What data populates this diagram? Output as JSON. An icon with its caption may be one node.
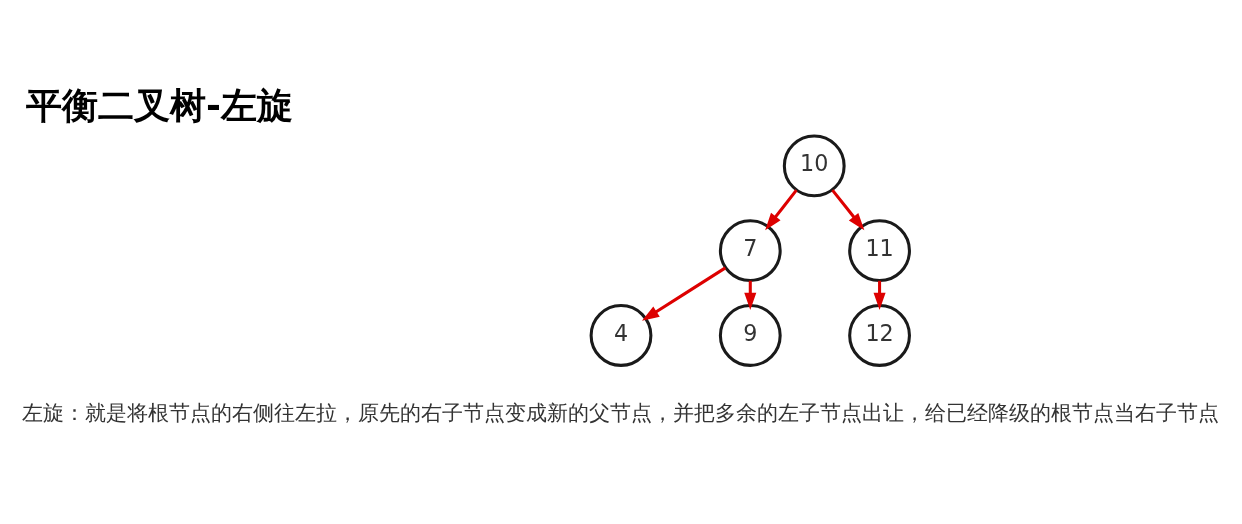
{
  "diagram": {
    "title": "平衡二叉树-左旋",
    "caption": "左旋：就是将根节点的右侧往左拉，原先的右子节点变成新的父节点，并把多余的左子节点出让，给已经降级的根节点当右子节点",
    "nodes": [
      {
        "text": [
          "10"
        ]
      },
      {
        "text": [
          "7"
        ]
      },
      {
        "text": [
          "11"
        ]
      },
      {
        "text": [
          "4"
        ]
      },
      {
        "text": [
          "9"
        ]
      },
      {
        "text": [
          "12"
        ]
      }
    ],
    "edges": [
      {
        "from": 0,
        "to": 1,
        "arrow": "to"
      },
      {
        "from": 0,
        "to": 2,
        "arrow": "to"
      },
      {
        "from": 1,
        "to": 3,
        "arrow": "to"
      },
      {
        "from": 1,
        "to": 4,
        "arrow": "to"
      },
      {
        "from": 2,
        "to": 5,
        "arrow": "to"
      }
    ]
  }
}
